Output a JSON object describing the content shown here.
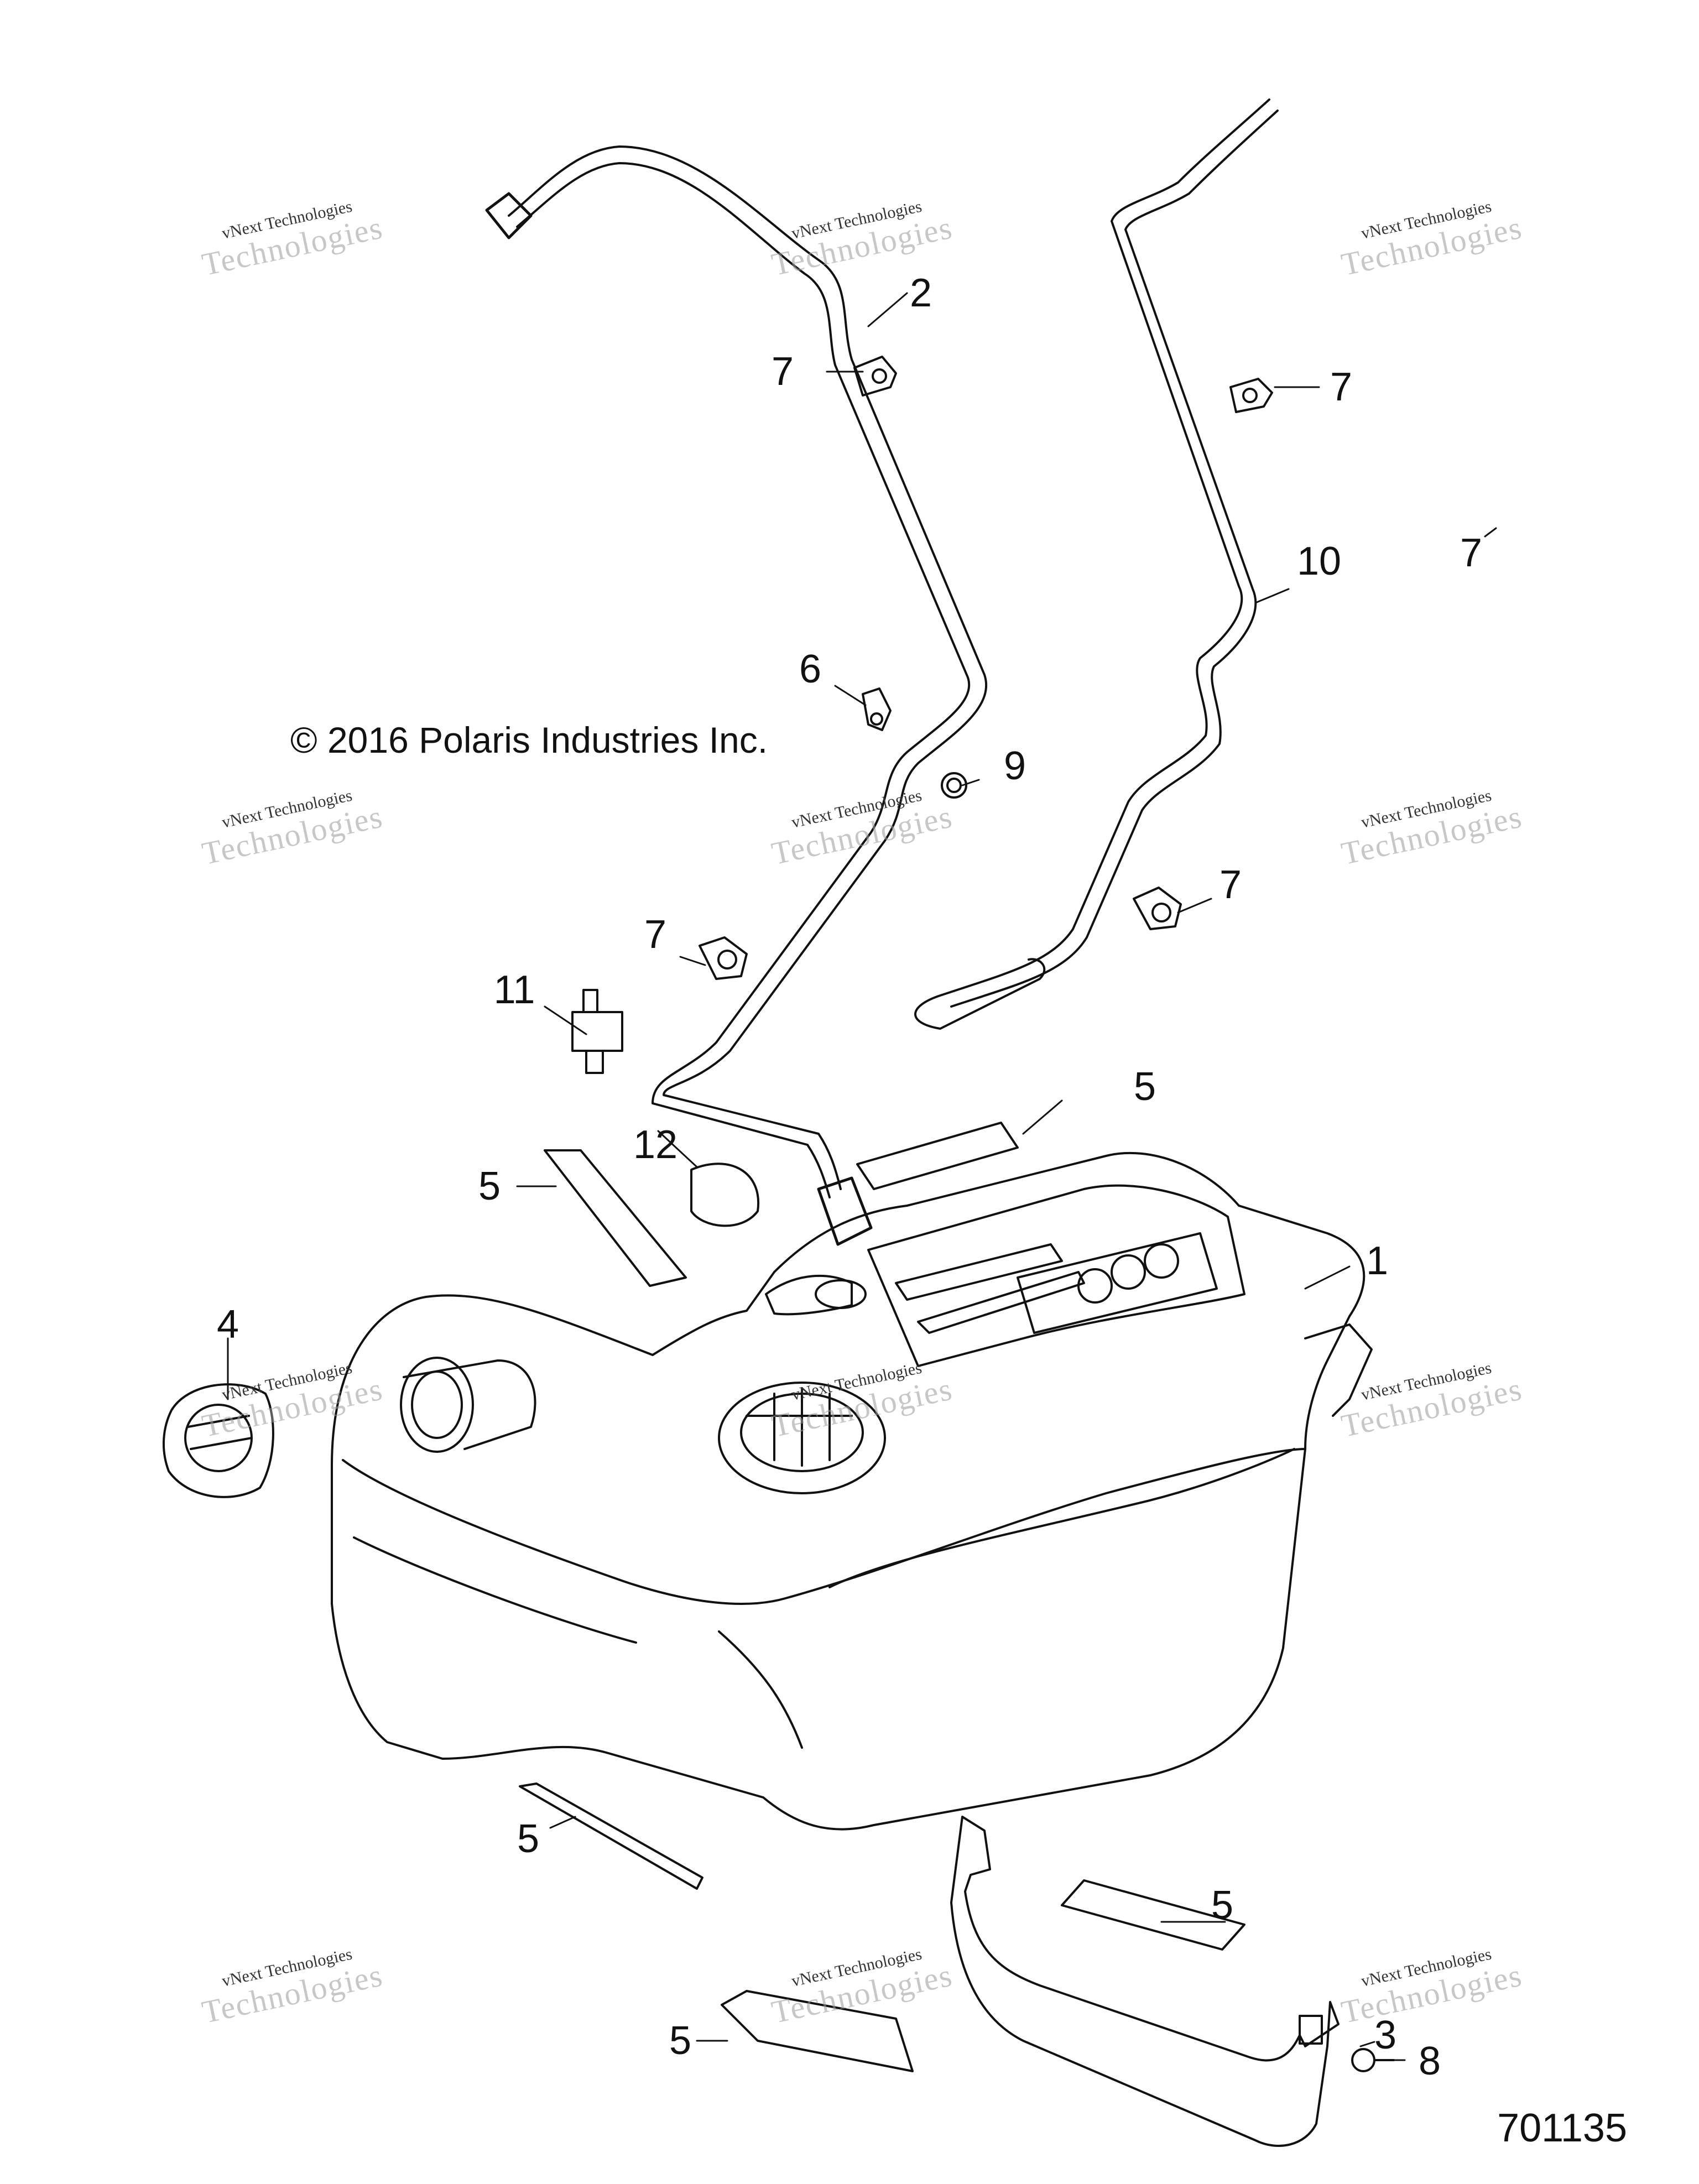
{
  "copyright": "© 2016 Polaris Industries Inc.",
  "figure_id": "701135",
  "watermark": {
    "small_text": "vNext Technologies",
    "big_text": "Technologies",
    "top_text": "vNext"
  },
  "callouts": {
    "c1": "1",
    "c2": "2",
    "c3": "3",
    "c4": "4",
    "c5a": "5",
    "c5b": "5",
    "c5c": "5",
    "c5d": "5",
    "c5e": "5",
    "c6": "6",
    "c7a": "7",
    "c7b": "7",
    "c7c": "7",
    "c7d": "7",
    "c7e": "7",
    "c8": "8",
    "c9": "9",
    "c10": "10",
    "c11": "11",
    "c12": "12"
  },
  "colors": {
    "line": "#111111",
    "watermark": "#9a9a9a"
  }
}
